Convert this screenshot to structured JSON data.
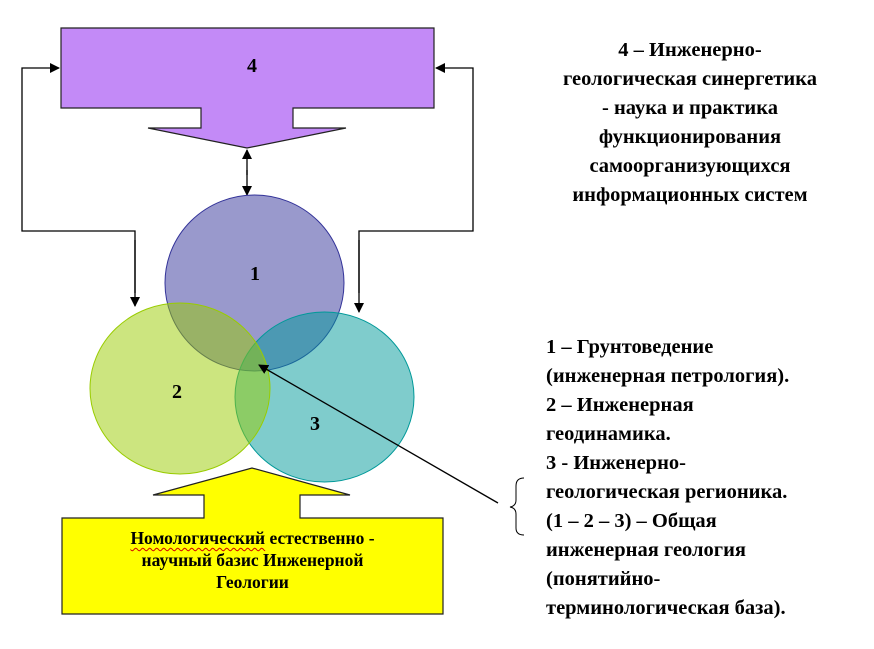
{
  "diagram": {
    "box4_label": "4",
    "circle1_label": "1",
    "circle2_label": "2",
    "circle3_label": "3",
    "box4_description": [
      "4 – Инженерно-",
      "геологическая синергетика",
      "- наука и практика",
      "функционирования",
      "самоорганизующихся",
      "информационных систем"
    ],
    "legend": [
      "1 – Грунтоведение",
      "(инженерная петрология).",
      "2 – Инженерная",
      "геодинамика.",
      "3 -  Инженерно-",
      "геологическая регионика.",
      "(1 – 2 – 3) – Общая",
      "инженерная геология",
      "(понятийно-",
      "терминологическая база)."
    ],
    "base_box": {
      "word1": "Номологический",
      "line1_rest": " естественно -",
      "line2": "научный базис Инженерной",
      "line3": "Геологии"
    }
  },
  "colors": {
    "box4": "#c38af7",
    "base_box": "#ffff00",
    "circle1": "#9999cc",
    "circle2": "#99cc00",
    "circle3": "#009999"
  }
}
